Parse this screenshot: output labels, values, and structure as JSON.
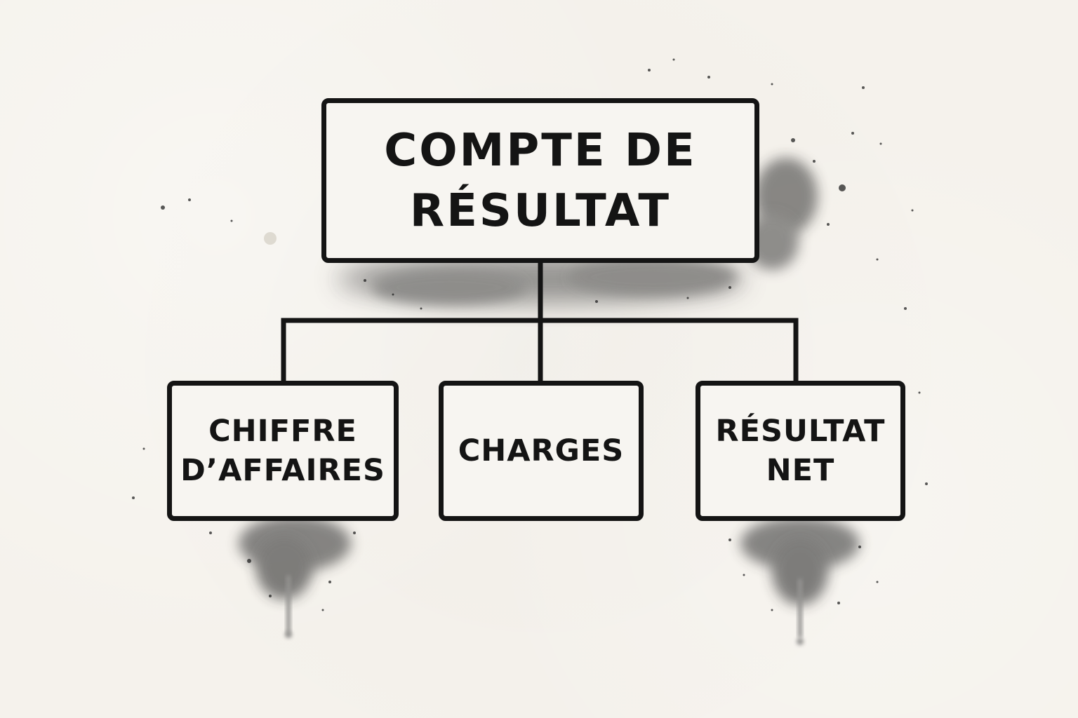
{
  "diagram": {
    "root": {
      "lines": [
        "COMPTE DE",
        "RÉSULTAT"
      ]
    },
    "children": [
      {
        "lines": [
          "CHIFFRE",
          "D’AFFAIRES"
        ]
      },
      {
        "lines": [
          "CHARGES"
        ]
      },
      {
        "lines": [
          "RÉSULTAT",
          "NET"
        ]
      }
    ]
  },
  "colors": {
    "background": "#f5f2ec",
    "ink": "#141414",
    "wash": "#3a3a3a"
  }
}
